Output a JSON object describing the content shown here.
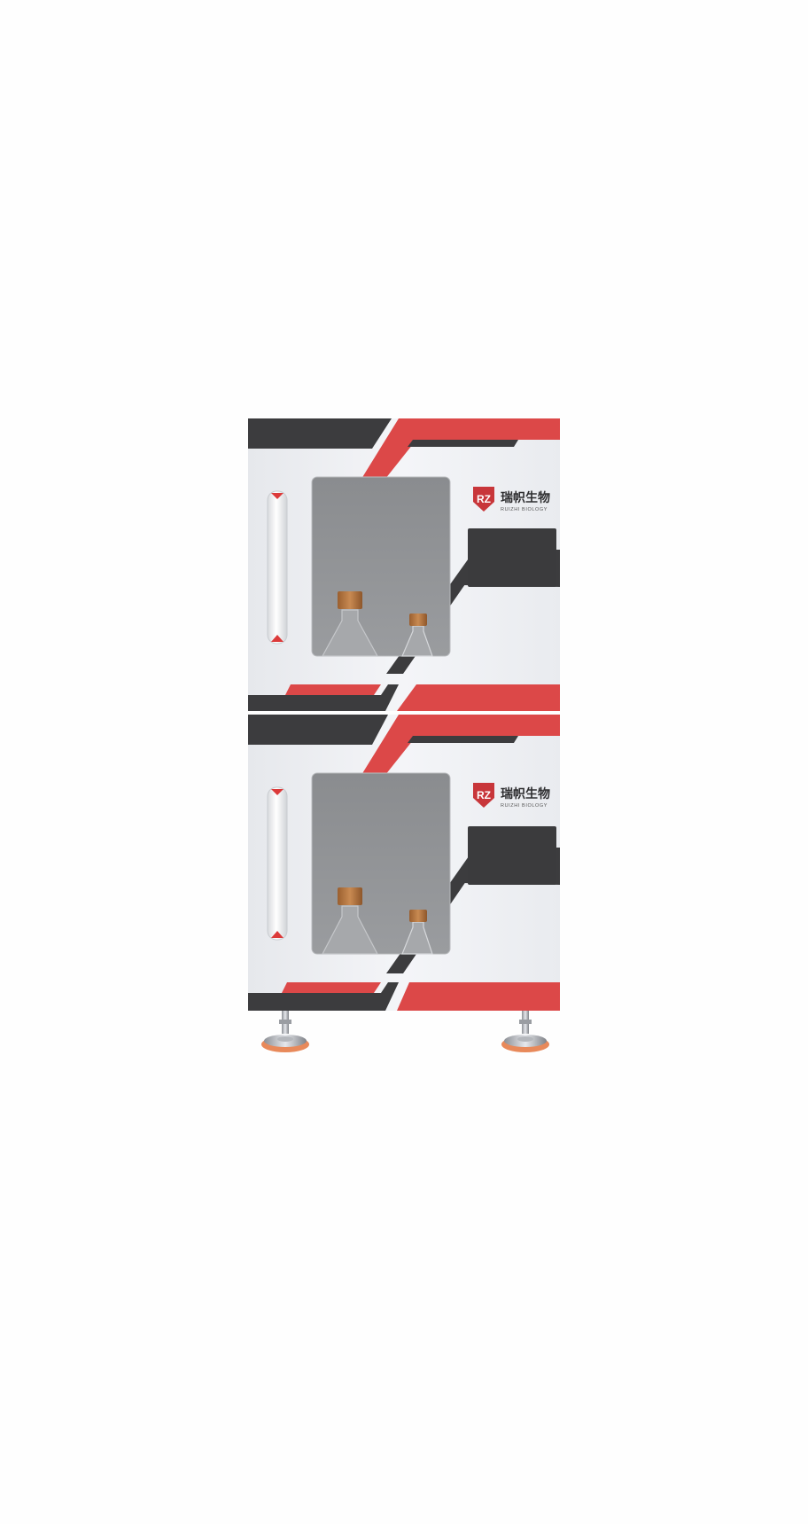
{
  "product": {
    "units": [
      {
        "id": "upper",
        "brand": {
          "name_cn": "瑞帜生物",
          "name_en": "RUIZHI BIOLOGY",
          "mark": "RZ"
        }
      },
      {
        "id": "lower",
        "brand": {
          "name_cn": "瑞帜生物",
          "name_en": "RUIZHI BIOLOGY",
          "mark": "RZ"
        }
      }
    ]
  },
  "colors": {
    "background": "#fefefe",
    "cabinet_body": "#eef0f4",
    "accent_red": "#dc4848",
    "stripe_dark": "#3c3c3e",
    "window_glass": "#8c8e90",
    "bottle_cap": "#b8753e",
    "foot_pad": "#e8895a"
  }
}
